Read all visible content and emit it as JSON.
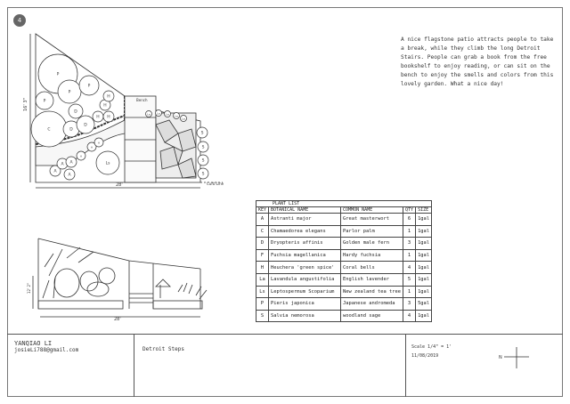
{
  "sheet_number": "4",
  "description_note": "A nice flagstone patio attracts people to take a break, while they climb the long Detroit Stairs. People can grab a book from the free bookshelf to enjoy reading, or can sit on the bench to enjoy the smells and colors from this lovely garden. What a nice day!",
  "plan": {
    "width_dim": "28'",
    "height_dim": "16' 3\"",
    "bench_label": "Bench",
    "curb_label": "Curb Line",
    "plant_keys": [
      "P",
      "P",
      "P",
      "P",
      "C",
      "D",
      "D",
      "D",
      "H",
      "H",
      "H",
      "H",
      "A",
      "A",
      "A",
      "A",
      "A",
      "A",
      "A",
      "Ls",
      "La",
      "La",
      "La",
      "La",
      "La",
      "S",
      "S",
      "S",
      "S"
    ]
  },
  "elevation": {
    "width_dim": "28'",
    "height_dim": "12' 2\""
  },
  "plant_list": {
    "title": "PLANT LIST",
    "headers": {
      "key": "KEY",
      "botanical": "BOTANICAL NAME",
      "common": "COMMON NAME",
      "qty": "QTY",
      "size": "SIZE"
    },
    "rows": [
      {
        "key": "A",
        "botanical": "Astranti major",
        "common": "Great masterwort",
        "qty": "6",
        "size": "1gal"
      },
      {
        "key": "C",
        "botanical": "Chamaedorea elegans",
        "common": "Parlor palm",
        "qty": "1",
        "size": "1gal"
      },
      {
        "key": "D",
        "botanical": "Dryopteris affinis",
        "common": "Golden male fern",
        "qty": "3",
        "size": "1gal"
      },
      {
        "key": "F",
        "botanical": "Fuchsia magellanica",
        "common": "Hardy fuchsia",
        "qty": "1",
        "size": "1gal"
      },
      {
        "key": "H",
        "botanical": "Heuchera 'green spice'",
        "common": "Coral bells",
        "qty": "4",
        "size": "1gal"
      },
      {
        "key": "La",
        "botanical": "Lavandula angustifolia",
        "common": "English lavender",
        "qty": "5",
        "size": "1gal"
      },
      {
        "key": "Ls",
        "botanical": "Leptospermum Scoparium",
        "common": "New zealand tea tree",
        "qty": "1",
        "size": "1gal"
      },
      {
        "key": "P",
        "botanical": "Pieris japonica",
        "common": "Japanese andromeda",
        "qty": "3",
        "size": "5gal"
      },
      {
        "key": "S",
        "botanical": "Salvia nemorosa",
        "common": "woodland sage",
        "qty": "4",
        "size": "1gal"
      }
    ]
  },
  "title_block": {
    "designer": "YANQIAO LI",
    "email": "josieLi788@gmail.com",
    "project": "Detroit Steps",
    "scale": "Scale 1/4\" = 1'",
    "date": "11/08/2019",
    "north_label": "N"
  }
}
